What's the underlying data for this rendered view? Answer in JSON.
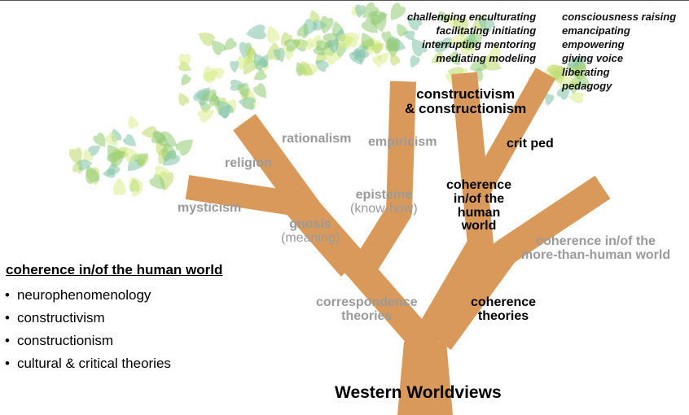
{
  "title": "Western Worldviews",
  "colors": {
    "trunk": "#d9995a",
    "leaf_light": "#d9ec8a",
    "leaf_mid": "#bcd96a",
    "leaf_green": "#8fcb72",
    "leaf_teal": "#7fc2a8",
    "gray_text": "#9a9a9a"
  },
  "branches": {
    "mysticism": "mysticism",
    "religion": "religion",
    "rationalism": "rationalism",
    "empiricism": "empiricism",
    "gnosis": "gnosis",
    "gnosis_sub": "(meaning)",
    "episteme": "episteme",
    "episteme_sub": "(know-how)",
    "correspondence": [
      "correspondence",
      "theories"
    ],
    "coherence_theories": [
      "coherence",
      "theories"
    ],
    "coherence_human": [
      "coherence",
      "in/of the",
      "human",
      "world"
    ],
    "coherence_more": [
      "coherence in/of the",
      "more-than-human world"
    ],
    "constructivism": [
      "constructivism",
      "& constructionism"
    ],
    "critped": "crit ped"
  },
  "practices_left": [
    "challenging enculturating",
    "facilitating initiating",
    "interrupting mentoring",
    "mediating modeling"
  ],
  "practices_right": [
    "consciousness raising",
    "emancipating",
    "empowering",
    "giving voice",
    "liberating",
    "pedagogy"
  ],
  "legend": {
    "title": "coherence in/of the human world",
    "items": [
      "neurophenomenology",
      "constructivism",
      "constructionism",
      "cultural & critical theories"
    ]
  }
}
